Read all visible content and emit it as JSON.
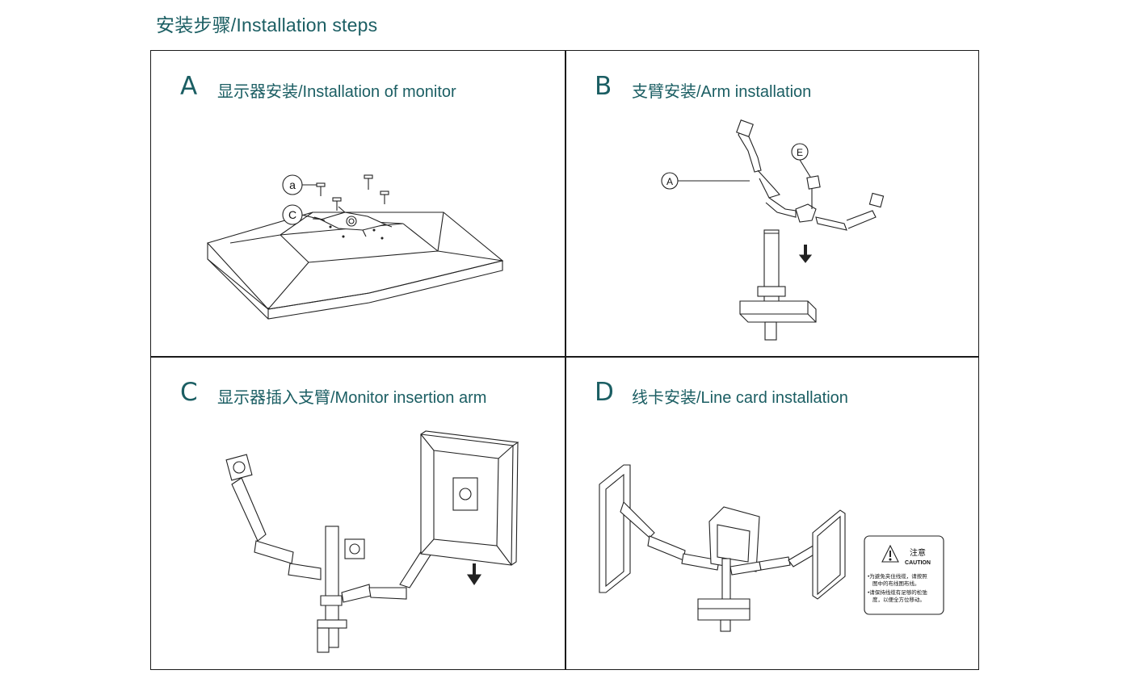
{
  "page": {
    "title": "安装步骤/Installation steps"
  },
  "steps": [
    {
      "letter": "A",
      "title": "显示器安装/Installation of monitor",
      "callouts": [
        "a",
        "C"
      ]
    },
    {
      "letter": "B",
      "title": "支臂安装/Arm installation",
      "callouts": [
        "A",
        "E"
      ]
    },
    {
      "letter": "C",
      "title": "显示器插入支臂/Monitor insertion arm"
    },
    {
      "letter": "D",
      "title": "线卡安装/Line card installation",
      "caution": {
        "title_cn": "注意",
        "title_en": "CAUTION",
        "lines": [
          "•为避免夹住线缆，请按照",
          "图中的布线图布线。",
          "•请保持线缆有足够的松弛",
          "度，以便全方位移动。"
        ]
      }
    }
  ]
}
